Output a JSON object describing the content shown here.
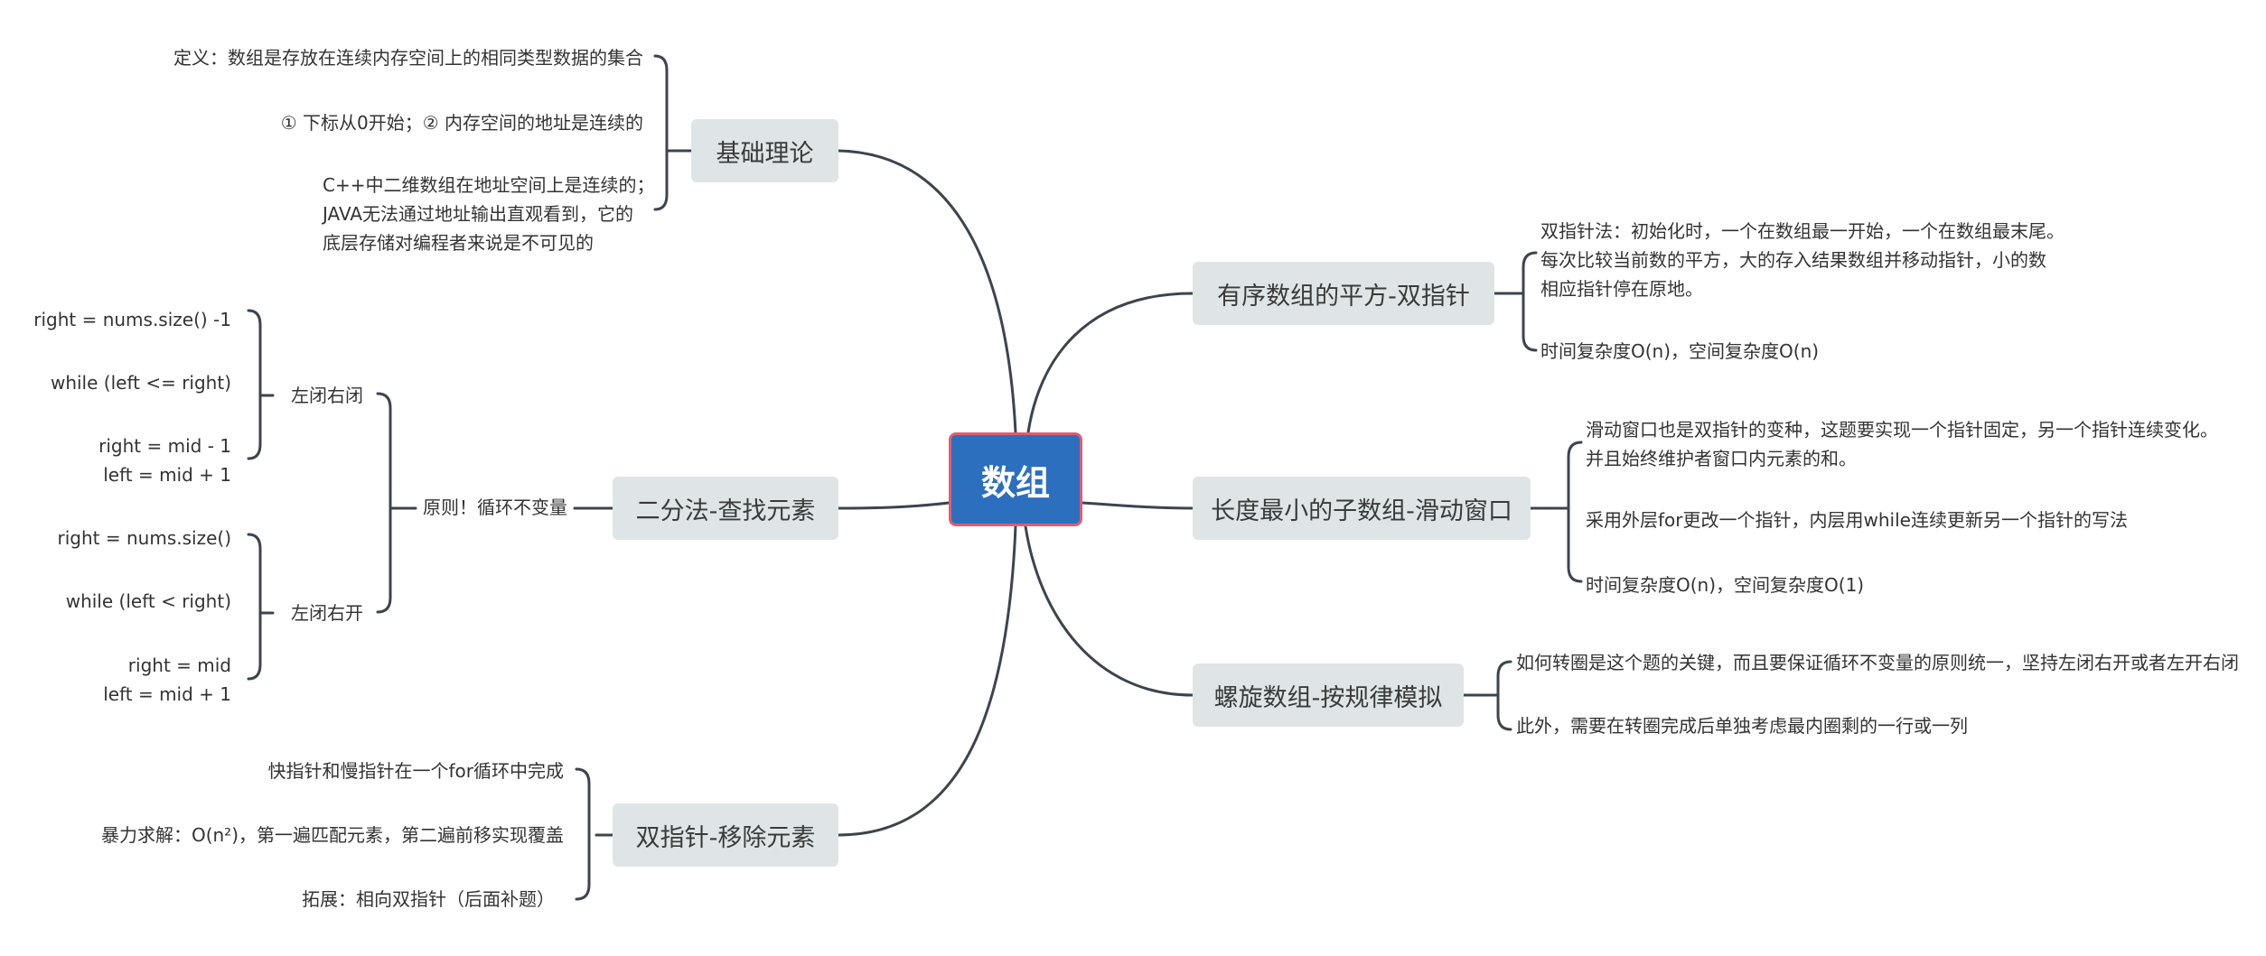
{
  "root": {
    "label": "数组"
  },
  "topics": {
    "basic": {
      "label": "基础理论",
      "items": [
        "定义：数组是存放在连续内存空间上的相同类型数据的集合",
        "① 下标从0开始；② 内存空间的地址是连续的"
      ],
      "note_lines": [
        "C++中二维数组在地址空间上是连续的；",
        "JAVA无法通过地址输出直观看到，它的",
        "底层存储对编程者来说是不可见的"
      ]
    },
    "binary": {
      "label": "二分法-查找元素",
      "principle": "原则！循环不变量",
      "closed": {
        "label": "左闭右闭",
        "items": [
          "right = nums.size() -1",
          "while (left <= right)",
          "right = mid - 1",
          "left = mid + 1"
        ]
      },
      "open": {
        "label": "左闭右开",
        "items": [
          "right = nums.size()",
          "while (left < right)",
          "right = mid",
          "left = mid + 1"
        ]
      }
    },
    "remove": {
      "label": "双指针-移除元素",
      "items": [
        "快指针和慢指针在一个for循环中完成",
        "暴力求解：O(n²)，第一遍匹配元素，第二遍前移实现覆盖",
        "拓展：相向双指针（后面补题）"
      ]
    },
    "squares": {
      "label": "有序数组的平方-双指针",
      "note_lines": [
        "双指针法：初始化时，一个在数组最一开始，一个在数组最末尾。",
        "每次比较当前数的平方，大的存入结果数组并移动指针，小的数",
        "相应指针停在原地。"
      ],
      "complexity": "时间复杂度O(n)，空间复杂度O(n)"
    },
    "window": {
      "label": "长度最小的子数组-滑动窗口",
      "note_lines": [
        "滑动窗口也是双指针的变种，这题要实现一个指针固定，另一个指针连续变化。",
        "并且始终维护者窗口内元素的和。"
      ],
      "method": "采用外层for更改一个指针，内层用while连续更新另一个指针的写法",
      "complexity": "时间复杂度O(n)，空间复杂度O(1)"
    },
    "spiral": {
      "label": "螺旋数组-按规律模拟",
      "items": [
        "如何转圈是这个题的关键，而且要保证循环不变量的原则统一，坚持左闭右开或者左开右闭",
        "此外，需要在转圈完成后单独考虑最内圈剩的一行或一列"
      ]
    }
  },
  "colors": {
    "root_fill": "#2c6fbf",
    "root_border": "#e05d6f",
    "topic_fill": "#dfe5e6",
    "line": "#3d4450",
    "text": "#333333"
  }
}
